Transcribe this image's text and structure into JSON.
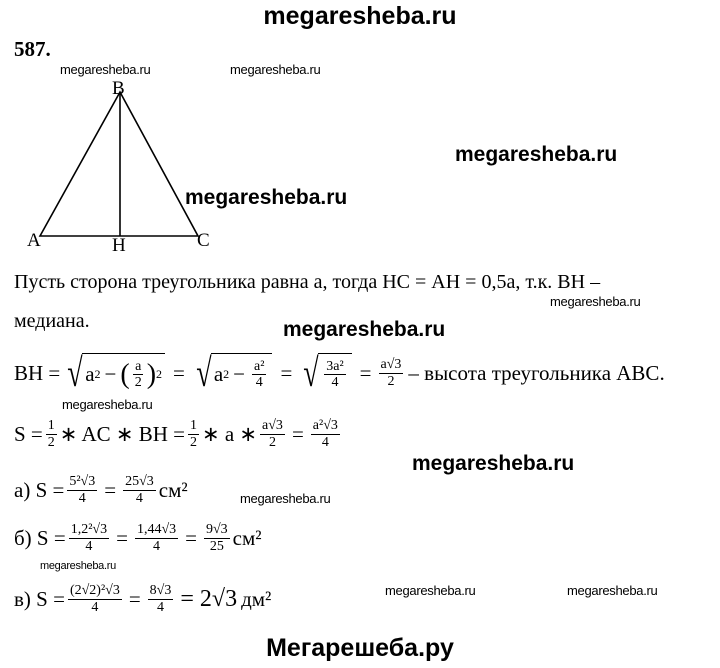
{
  "header": {
    "watermark": "megaresheba.ru"
  },
  "problem_number": "587.",
  "watermarks_small": [
    "megaresheba.ru",
    "megaresheba.ru",
    "megaresheba.ru",
    "megaresheba.ru",
    "megaresheba.ru",
    "megaresheba.ru",
    "megaresheba.ru",
    "megaresheba.ru"
  ],
  "watermarks_big": [
    "megaresheba.ru",
    "megaresheba.ru",
    "megaresheba.ru",
    "megaresheba.ru"
  ],
  "figure": {
    "labels": {
      "A": "A",
      "B": "B",
      "C": "C",
      "H": "H"
    }
  },
  "text": {
    "line1": "Пусть сторона треугольника равна а, тогда НС = АН = 0,5а, т.к. ВН –",
    "line2": "медиана."
  },
  "bh": {
    "lhs": "BH =",
    "t1": "a",
    "sq": "2",
    "minus": "−",
    "n1": "a",
    "d1": "2",
    "eq": "=",
    "t2": "a",
    "n2": "a²",
    "d2": "4",
    "n3": "3a²",
    "d3": "4",
    "n4": "a√3",
    "d4": "2",
    "tail": "– высота треугольника ABC."
  },
  "s": {
    "lhs": "S =",
    "n1": "1",
    "d1": "2",
    "mid1": "∗ AC ∗ BH =",
    "n2": "1",
    "d2": "2",
    "mid2": "∗ a ∗",
    "n3": "a√3",
    "d3": "2",
    "eq": "=",
    "n4": "a²√3",
    "d4": "4"
  },
  "a": {
    "label": "а) S =",
    "n1": "5²√3",
    "d1": "4",
    "eq": "=",
    "n2": "25√3",
    "d2": "4",
    "unit": "см²"
  },
  "b": {
    "label": "б) S =",
    "n1": "1,2²√3",
    "d1": "4",
    "eq": "=",
    "n2": "1,44√3",
    "d2": "4",
    "eq2": "=",
    "n3": "9√3",
    "d3": "25",
    "unit": "см²"
  },
  "c": {
    "label": "в) S =",
    "n1": "(2√2)²√3",
    "d1": "4",
    "eq": "=",
    "n2": "8√3",
    "d2": "4",
    "eq2": "= 2√3",
    "unit": "дм²"
  },
  "footer": {
    "watermark": "Мегарешеба.ру"
  }
}
